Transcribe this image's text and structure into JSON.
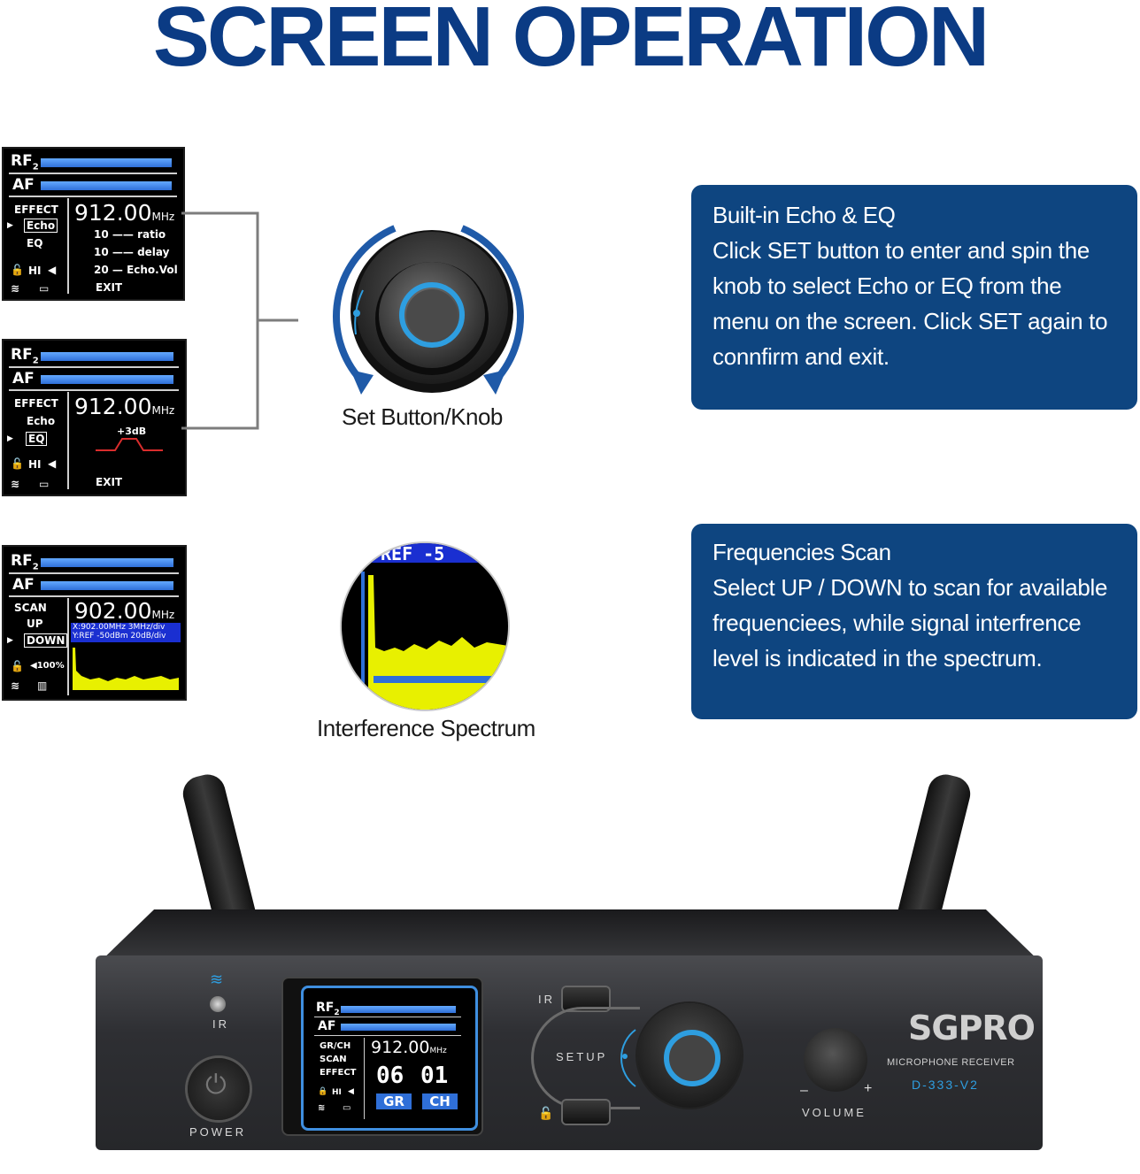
{
  "header": {
    "title": "SCREEN OPERATION"
  },
  "screen_echo": {
    "rf": "RF",
    "rf_sub": "2",
    "af": "AF",
    "menu": [
      "EFFECT",
      "Echo",
      "EQ"
    ],
    "freq": "912.00",
    "freq_unit": "MHz",
    "params": [
      {
        "num": "10",
        "name": "ratio"
      },
      {
        "num": "10",
        "name": "delay"
      },
      {
        "num": "20",
        "name": "Echo.Vol"
      }
    ],
    "status": "HI",
    "exit": "EXIT"
  },
  "screen_eq": {
    "rf": "RF",
    "rf_sub": "2",
    "af": "AF",
    "menu": [
      "EFFECT",
      "Echo",
      "EQ"
    ],
    "freq": "912.00",
    "freq_unit": "MHz",
    "gain": "+3dB",
    "status": "HI",
    "exit": "EXIT"
  },
  "screen_scan": {
    "rf": "RF",
    "rf_sub": "2",
    "af": "AF",
    "menu": [
      "SCAN",
      "UP",
      "DOWN"
    ],
    "freq": "902.00",
    "freq_unit": "MHz",
    "info_line1": "X:902.00MHz 3MHz/div",
    "info_line2": "Y:REF -50dBm 20dB/div",
    "volume": "100%"
  },
  "knob_caption": "Set Button/Knob",
  "spectrum_caption": "Interference Spectrum",
  "spectrum_banner": "REF -5",
  "panel_echo": {
    "title": "Built-in Echo & EQ",
    "body": "Click SET button to enter and spin the knob to select Echo or EQ from the menu on the screen. Click SET again to connfirm and exit."
  },
  "panel_scan": {
    "title": "Frequencies Scan",
    "body": "Select UP / DOWN to scan for available frequenciees, while signal interfrence level is indicated in the spectrum."
  },
  "device": {
    "ir_label": "IR",
    "power_label": "POWER",
    "setup_label": "SETUP",
    "ir_button_label": "IR",
    "volume_label": "VOLUME",
    "brand": "SGPRO",
    "product": "MICROPHONE RECEIVER",
    "model": "D-333-V2",
    "screen": {
      "rf": "RF",
      "rf_sub": "2",
      "af": "AF",
      "menu": [
        "GR/CH",
        "SCAN",
        "EFFECT"
      ],
      "freq": "912.00",
      "freq_unit": "MHz",
      "gr": "06",
      "ch": "01",
      "gr_label": "GR",
      "ch_label": "CH",
      "status": "HI"
    }
  },
  "colors": {
    "title": "#0b3b84",
    "panel": "#0e4580",
    "lcd_bar": "#3c82e8",
    "spectrum": "#e8f000"
  }
}
